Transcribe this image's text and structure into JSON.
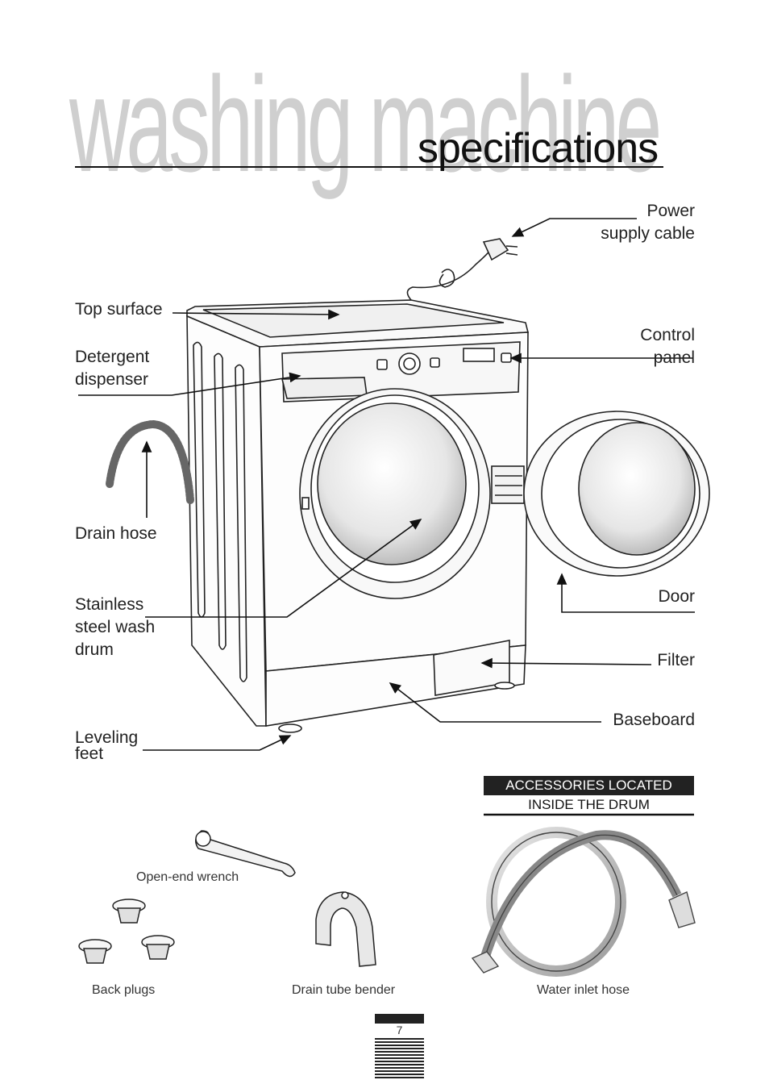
{
  "header": {
    "title_word": "washing machine",
    "subtitle_word": "specifications"
  },
  "labels": {
    "power_cable": "Power\nsupply cable",
    "top_surface": "Top surface",
    "control_panel": "Control\npanel",
    "detergent": "Detergent\ndispenser",
    "drain_hose": "Drain hose",
    "drum": "Stainless\nsteel wash\ndrum",
    "door": "Door",
    "filter": "Filter",
    "baseboard": "Baseboard",
    "leveling": "Leveling\nfeet"
  },
  "accessories": {
    "header_line1": "ACCESSORIES LOCATED",
    "header_line2": "INSIDE THE DRUM",
    "items": {
      "wrench": "Open-end wrench",
      "plugs": "Back plugs",
      "bender": "Drain tube bender",
      "hose": "Water inlet hose"
    }
  },
  "page": {
    "number": "7"
  }
}
